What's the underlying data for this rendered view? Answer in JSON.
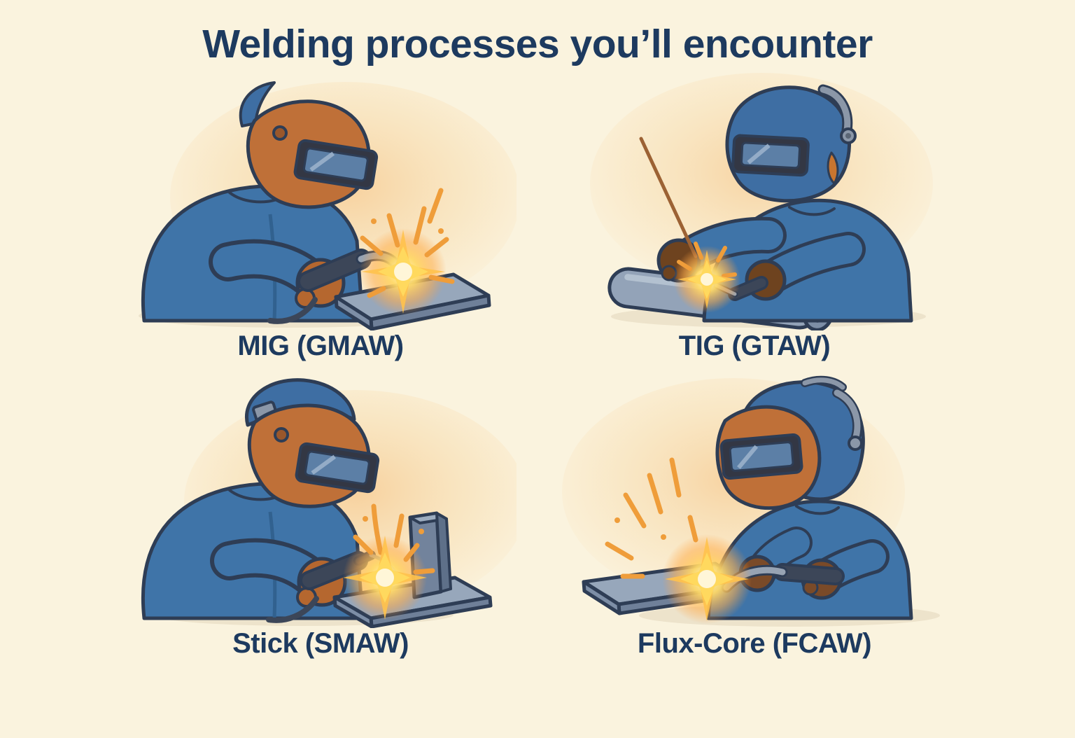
{
  "page": {
    "title": "Welding processes you’ll encounter"
  },
  "panels": [
    {
      "id": "mig",
      "label": "MIG (GMAW)",
      "scene": "welder-with-mig-gun-welding-flat-plate"
    },
    {
      "id": "tig",
      "label": "TIG (GTAW)",
      "scene": "welder-with-tig-torch-and-filler-rod-welding-pipe"
    },
    {
      "id": "stick",
      "label": "Stick (SMAW)",
      "scene": "welder-with-stick-electrode-welding-upright-bar-on-plate"
    },
    {
      "id": "fcaw",
      "label": "Flux-Core (FCAW)",
      "scene": "welder-with-flux-core-gun-welding-flat-bar"
    }
  ],
  "palette": {
    "background": "#FAF3DE",
    "title_text": "#1D3A5F",
    "label_text": "#1D3A5F",
    "outline_navy": "#2E3D55",
    "jacket_blue": "#3F74A8",
    "helmet_orange": "#BF7038",
    "helmet_blue": "#3E6EA3",
    "metal_gray": "#93A3B8",
    "glove_rust": "#B5672F",
    "glove_brown": "#6E431F",
    "glow_peach": "#F6C587",
    "spark_yellow": "#FFD95E",
    "spark_orange": "#EF9D3A"
  }
}
